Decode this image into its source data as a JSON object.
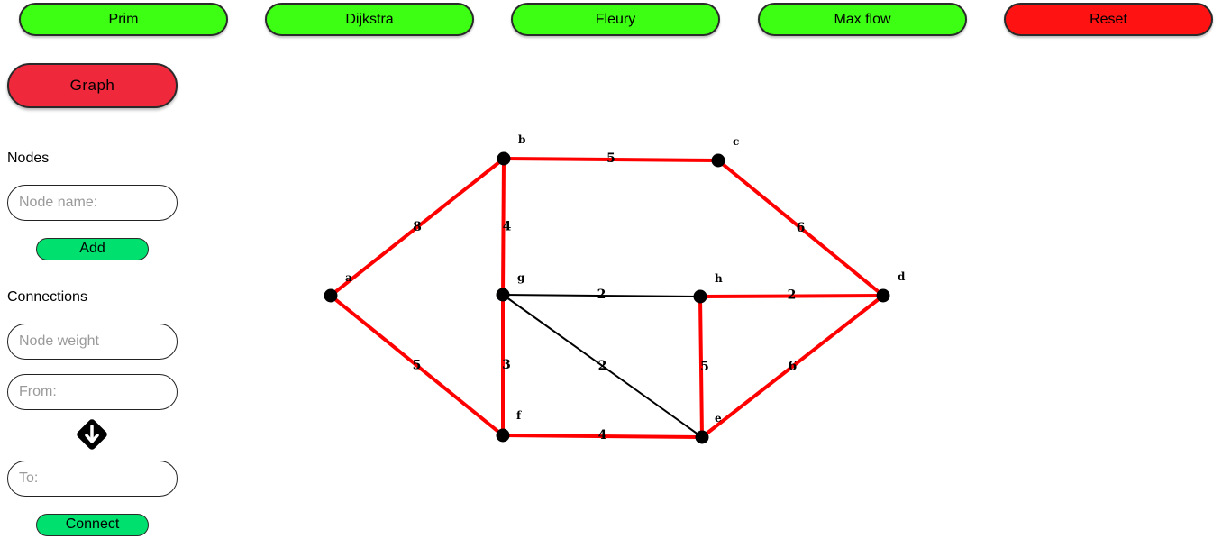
{
  "toolbar": {
    "prim": "Prim",
    "dijkstra": "Dijkstra",
    "fleury": "Fleury",
    "max_flow": "Max flow",
    "reset": "Reset"
  },
  "sidebar": {
    "graph_button": "Graph",
    "nodes_heading": "Nodes",
    "node_name_placeholder": "Node name:",
    "add_button": "Add",
    "connections_heading": "Connections",
    "node_weight_placeholder": "Node weight",
    "from_placeholder": "From:",
    "to_placeholder": "To:",
    "connect_button": "Connect",
    "swap_icon": "arrow-down-diamond-icon"
  },
  "colors": {
    "algo_button": "#3cff14",
    "reset_button": "#ff1212",
    "graph_button": "#f0283c",
    "action_button": "#00e06e",
    "highlight_edge": "#ff0000",
    "normal_edge": "#000000"
  },
  "graph": {
    "nodes": [
      "a",
      "b",
      "c",
      "d",
      "e",
      "f",
      "g",
      "h"
    ],
    "edges": [
      {
        "from": "a",
        "to": "b",
        "weight": "8",
        "highlighted": true
      },
      {
        "from": "b",
        "to": "c",
        "weight": "5",
        "highlighted": true
      },
      {
        "from": "c",
        "to": "d",
        "weight": "6",
        "highlighted": true
      },
      {
        "from": "b",
        "to": "g",
        "weight": "4",
        "highlighted": true
      },
      {
        "from": "g",
        "to": "h",
        "weight": "2",
        "highlighted": false
      },
      {
        "from": "h",
        "to": "d",
        "weight": "2",
        "highlighted": true
      },
      {
        "from": "a",
        "to": "f",
        "weight": "5",
        "highlighted": true
      },
      {
        "from": "g",
        "to": "f",
        "weight": "3",
        "highlighted": true
      },
      {
        "from": "g",
        "to": "e",
        "weight": "2",
        "highlighted": false
      },
      {
        "from": "h",
        "to": "e",
        "weight": "5",
        "highlighted": true
      },
      {
        "from": "e",
        "to": "d",
        "weight": "6",
        "highlighted": true
      },
      {
        "from": "f",
        "to": "e",
        "weight": "4",
        "highlighted": true
      }
    ]
  }
}
